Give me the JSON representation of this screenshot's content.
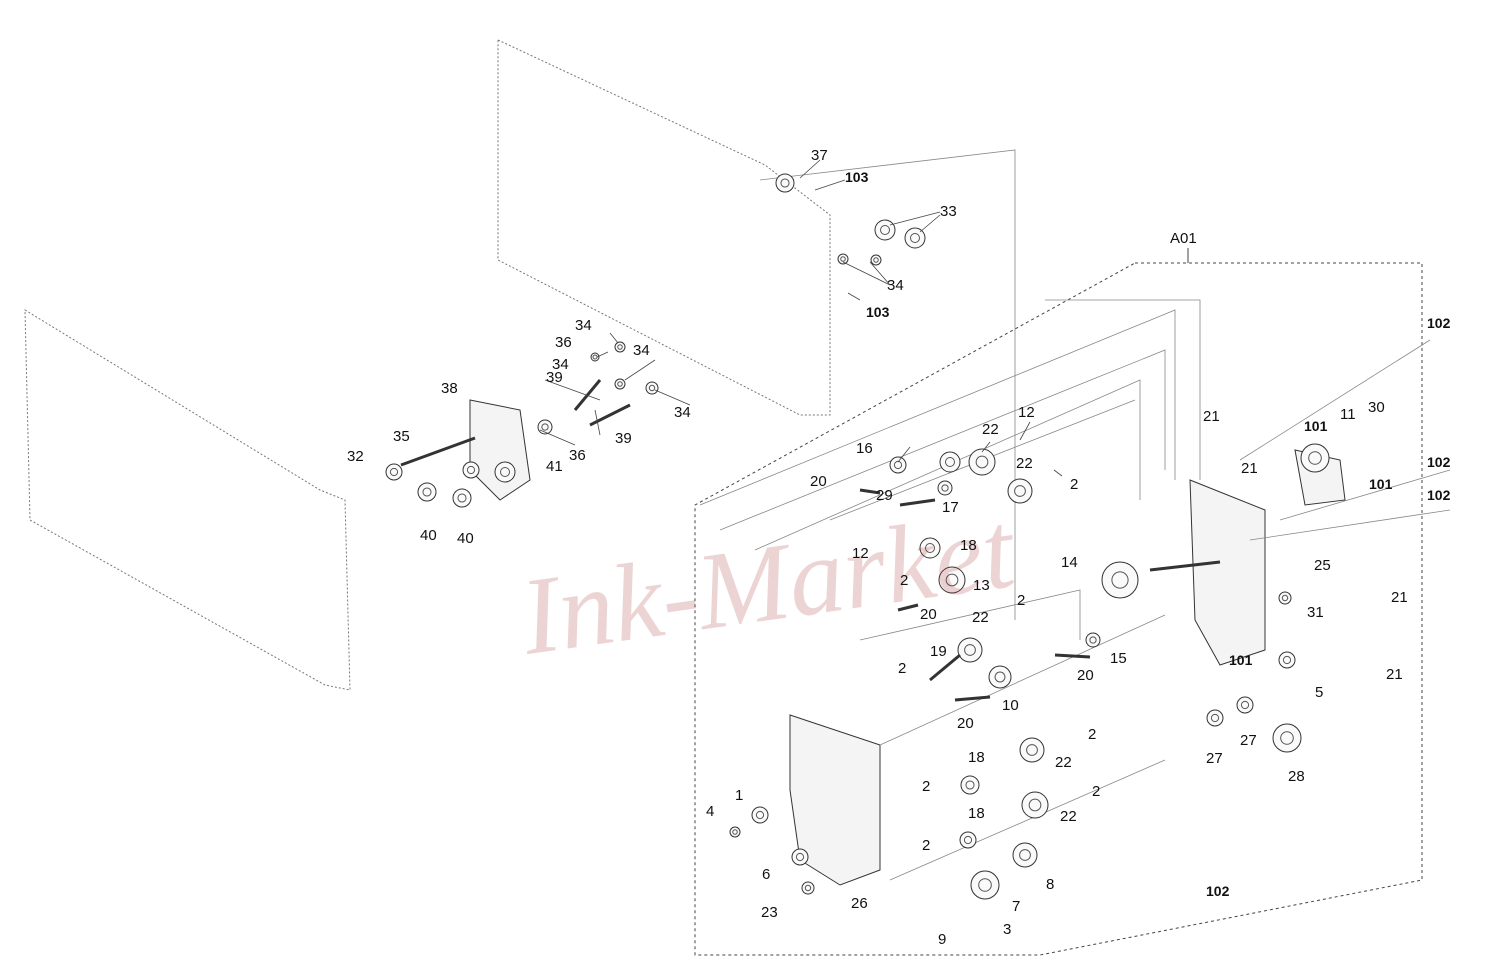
{
  "diagram": {
    "assembly_label": "A01",
    "watermark": "Ink-Market",
    "callouts": [
      {
        "id": "c1",
        "text": "1",
        "bold": false
      },
      {
        "id": "c2a",
        "text": "2",
        "bold": false
      },
      {
        "id": "c2b",
        "text": "2",
        "bold": false
      },
      {
        "id": "c2c",
        "text": "2",
        "bold": false
      },
      {
        "id": "c2d",
        "text": "2",
        "bold": false
      },
      {
        "id": "c2e",
        "text": "2",
        "bold": false
      },
      {
        "id": "c2f",
        "text": "2",
        "bold": false
      },
      {
        "id": "c2g",
        "text": "2",
        "bold": false
      },
      {
        "id": "c2h",
        "text": "2",
        "bold": false
      },
      {
        "id": "c3",
        "text": "3",
        "bold": false
      },
      {
        "id": "c4",
        "text": "4",
        "bold": false
      },
      {
        "id": "c5",
        "text": "5",
        "bold": false
      },
      {
        "id": "c6",
        "text": "6",
        "bold": false
      },
      {
        "id": "c7",
        "text": "7",
        "bold": false
      },
      {
        "id": "c8",
        "text": "8",
        "bold": false
      },
      {
        "id": "c9",
        "text": "9",
        "bold": false
      },
      {
        "id": "c10",
        "text": "10",
        "bold": false
      },
      {
        "id": "c11",
        "text": "11",
        "bold": false
      },
      {
        "id": "c12a",
        "text": "12",
        "bold": false
      },
      {
        "id": "c12b",
        "text": "12",
        "bold": false
      },
      {
        "id": "c13",
        "text": "13",
        "bold": false
      },
      {
        "id": "c14",
        "text": "14",
        "bold": false
      },
      {
        "id": "c15",
        "text": "15",
        "bold": false
      },
      {
        "id": "c16",
        "text": "16",
        "bold": false
      },
      {
        "id": "c17",
        "text": "17",
        "bold": false
      },
      {
        "id": "c18a",
        "text": "18",
        "bold": false
      },
      {
        "id": "c18b",
        "text": "18",
        "bold": false
      },
      {
        "id": "c18c",
        "text": "18",
        "bold": false
      },
      {
        "id": "c19",
        "text": "19",
        "bold": false
      },
      {
        "id": "c20a",
        "text": "20",
        "bold": false
      },
      {
        "id": "c20b",
        "text": "20",
        "bold": false
      },
      {
        "id": "c20c",
        "text": "20",
        "bold": false
      },
      {
        "id": "c20d",
        "text": "20",
        "bold": false
      },
      {
        "id": "c21a",
        "text": "21",
        "bold": false
      },
      {
        "id": "c21b",
        "text": "21",
        "bold": false
      },
      {
        "id": "c21c",
        "text": "21",
        "bold": false
      },
      {
        "id": "c21d",
        "text": "21",
        "bold": false
      },
      {
        "id": "c22a",
        "text": "22",
        "bold": false
      },
      {
        "id": "c22b",
        "text": "22",
        "bold": false
      },
      {
        "id": "c22c",
        "text": "22",
        "bold": false
      },
      {
        "id": "c22d",
        "text": "22",
        "bold": false
      },
      {
        "id": "c22e",
        "text": "22",
        "bold": false
      },
      {
        "id": "c23",
        "text": "23",
        "bold": false
      },
      {
        "id": "c25",
        "text": "25",
        "bold": false
      },
      {
        "id": "c26",
        "text": "26",
        "bold": false
      },
      {
        "id": "c27a",
        "text": "27",
        "bold": false
      },
      {
        "id": "c27b",
        "text": "27",
        "bold": false
      },
      {
        "id": "c28",
        "text": "28",
        "bold": false
      },
      {
        "id": "c29",
        "text": "29",
        "bold": false
      },
      {
        "id": "c30",
        "text": "30",
        "bold": false
      },
      {
        "id": "c31",
        "text": "31",
        "bold": false
      },
      {
        "id": "c32",
        "text": "32",
        "bold": false
      },
      {
        "id": "c33",
        "text": "33",
        "bold": false
      },
      {
        "id": "c34a",
        "text": "34",
        "bold": false
      },
      {
        "id": "c34b",
        "text": "34",
        "bold": false
      },
      {
        "id": "c34c",
        "text": "34",
        "bold": false
      },
      {
        "id": "c34d",
        "text": "34",
        "bold": false
      },
      {
        "id": "c34e",
        "text": "34",
        "bold": false
      },
      {
        "id": "c35",
        "text": "35",
        "bold": false
      },
      {
        "id": "c36a",
        "text": "36",
        "bold": false
      },
      {
        "id": "c36b",
        "text": "36",
        "bold": false
      },
      {
        "id": "c37",
        "text": "37",
        "bold": false
      },
      {
        "id": "c38",
        "text": "38",
        "bold": false
      },
      {
        "id": "c39a",
        "text": "39",
        "bold": false
      },
      {
        "id": "c39b",
        "text": "39",
        "bold": false
      },
      {
        "id": "c40a",
        "text": "40",
        "bold": false
      },
      {
        "id": "c40b",
        "text": "40",
        "bold": false
      },
      {
        "id": "c41",
        "text": "41",
        "bold": false
      },
      {
        "id": "c101a",
        "text": "101",
        "bold": true
      },
      {
        "id": "c101b",
        "text": "101",
        "bold": true
      },
      {
        "id": "c101c",
        "text": "101",
        "bold": true
      },
      {
        "id": "c102a",
        "text": "102",
        "bold": true
      },
      {
        "id": "c102b",
        "text": "102",
        "bold": true
      },
      {
        "id": "c102c",
        "text": "102",
        "bold": true
      },
      {
        "id": "c102d",
        "text": "102",
        "bold": true
      },
      {
        "id": "c103a",
        "text": "103",
        "bold": true
      },
      {
        "id": "c103b",
        "text": "103",
        "bold": true
      }
    ]
  }
}
